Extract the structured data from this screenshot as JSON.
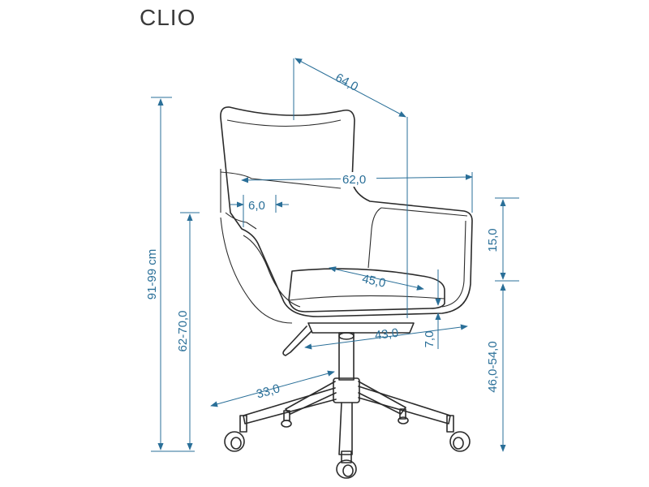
{
  "product": {
    "name": "CLIO"
  },
  "dimensions": {
    "depth_top": "64,0",
    "width_arms": "62,0",
    "arm_width": "6,0",
    "arm_height": "15,0",
    "seat_depth": "45,0",
    "seat_width": "43,0",
    "seat_thickness": "7,0",
    "total_height": "91-99 cm",
    "arm_ground_height": "62-70,0",
    "seat_height": "46,0-54,0",
    "base_radius": "33,0"
  },
  "colors": {
    "dimension": "#2a6f98",
    "outline": "#2b2b2b",
    "title": "#3a3a3a"
  }
}
